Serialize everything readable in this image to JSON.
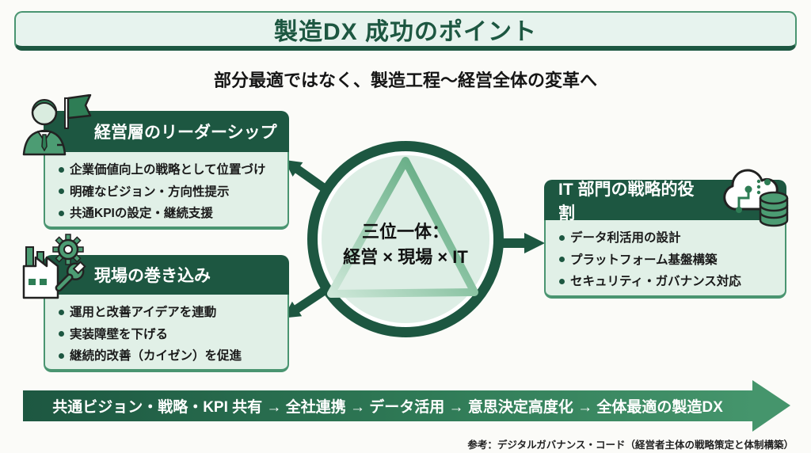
{
  "title": "製造DX 成功のポイント",
  "subtitle": "部分最適ではなく、製造工程～経営全体の変革へ",
  "boxes": {
    "leadership": {
      "icon": "manager-flag-icon",
      "header": "経営層のリーダーシップ",
      "bullets": [
        "企業価値向上の戦略として位置づけ",
        "明確なビジョン・方向性提示",
        "共通KPIの設定・継続支援"
      ]
    },
    "genba": {
      "icon": "factory-gear-wrench-icon",
      "header": "現場の巻き込み",
      "bullets": [
        "運用と改善アイデアを連動",
        "実装障壁を下げる",
        "継続的改善（カイゼン）を促進"
      ]
    },
    "it": {
      "icon": "cloud-database-icon",
      "header": "IT 部門の戦略的役割",
      "bullets": [
        "データ利活用の設計",
        "プラットフォーム基盤構築",
        "セキュリティ・ガバナンス対応"
      ]
    }
  },
  "center": {
    "line1": "三位一体：",
    "line2": "経営 × 現場 × IT"
  },
  "flow_banner": "共通ビジョン・戦略・KPI 共有 → 全社連携 → データ活用 → 意思決定高度化 → 全体最適の製造DX",
  "footer_note": "参考：デジタルガバナンス・コード（経営者主体の戦略策定と体制構築）",
  "colors": {
    "dark_green": "#1d5741",
    "medium_green": "#45956c",
    "suit_green": "#4c9c73",
    "mint_body": "#e1f0e7",
    "mint_banner": "#e7f3ee"
  }
}
